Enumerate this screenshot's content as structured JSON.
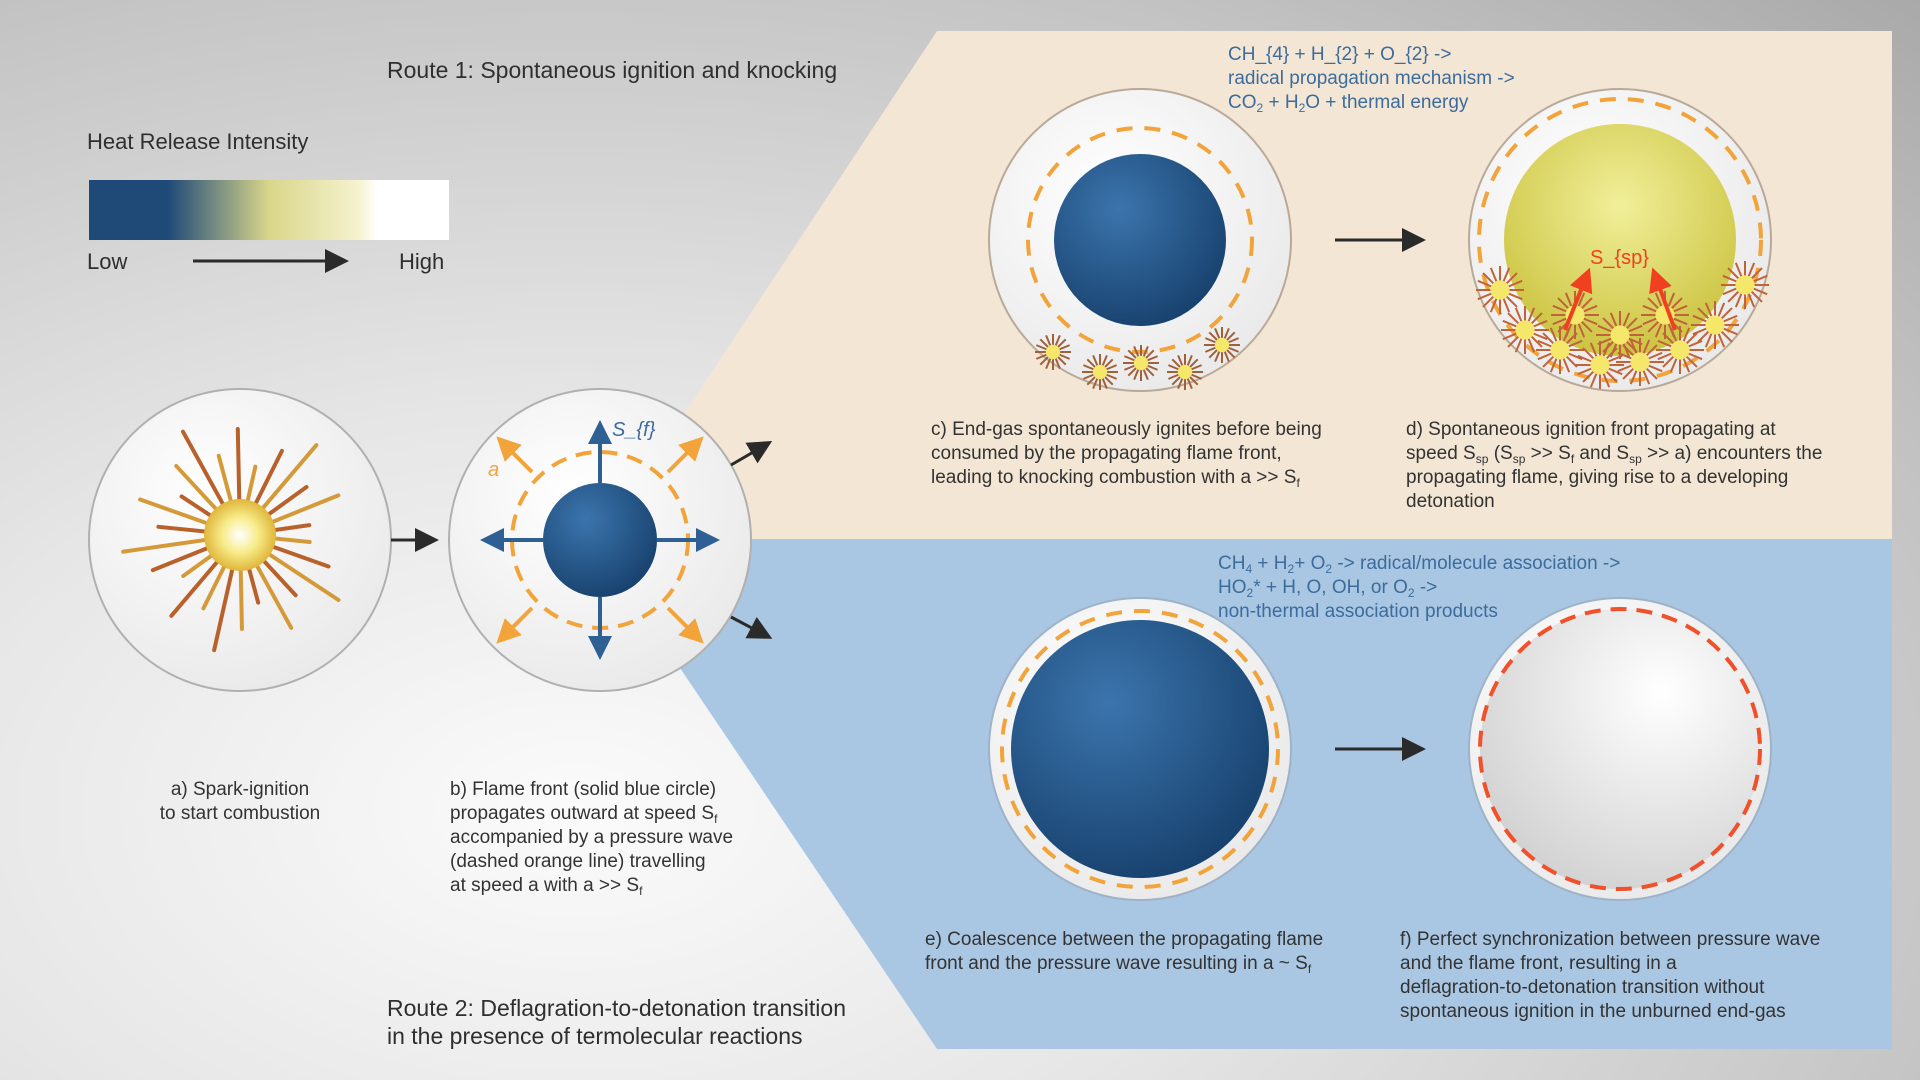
{
  "route1_title": "Route 1: Spontaneous ignition and knocking",
  "route2_title": [
    "Route 2: Deflagration-to-detonation transition",
    "in the presence of termolecular reactions"
  ],
  "legend": {
    "title": "Heat Release Intensity",
    "low": "Low",
    "high": "High",
    "gradient_colors": [
      "#1f4a78",
      "#1f4a78",
      "#e3e08a",
      "#ffffff"
    ]
  },
  "colors": {
    "beige": "#f3e6d4",
    "blue_panel": "#a9c6e2",
    "flame_blue": "#255a8e",
    "pressure_orange": "#f2a33a",
    "detonation_red": "#f0502a",
    "speed_red": "#f0401f"
  },
  "equation_route1": [
    "CH_{4} + H_{2} + O_{2} ->",
    "radical propagation mechanism ->",
    "CO_{2} + H_{2}O + thermal energy"
  ],
  "equation_route2": [
    "CH_{4} + H_{2}+ O_{2} -> radical/molecule association ->",
    "HO_{2}* + H, O, OH, or O_{2} ->",
    "non-thermal association products"
  ],
  "labels": {
    "sf": "S_{f}",
    "a": "a",
    "ssp": "S_{sp}"
  },
  "captions": {
    "a": [
      "a) Spark-ignition",
      "to start combustion"
    ],
    "b": [
      "b) Flame front (solid blue circle)",
      "propagates outward at speed S_{f}",
      "accompanied by a pressure wave",
      "(dashed orange line) travelling",
      "at speed a with a >> S_{f}"
    ],
    "c": [
      "c) End-gas spontaneously ignites before being",
      "consumed by the propagating flame front,",
      "leading to knocking combustion with a >> S_{f}"
    ],
    "d": [
      "d) Spontaneous ignition front propagating at",
      "speed S_{sp} (S_{sp} >> S_{f} and S_{sp} >> a) encounters the",
      "propagating flame, giving rise to a developing",
      "detonation"
    ],
    "e": [
      "e) Coalescence between the propagating flame",
      "front and the pressure wave resulting in a ~ S_{f}"
    ],
    "f": [
      "f) Perfect synchronization between pressure wave",
      "and the flame front, resulting in a",
      "deflagration-to-detonation transition without",
      "spontaneous ignition in the unburned end-gas"
    ]
  }
}
